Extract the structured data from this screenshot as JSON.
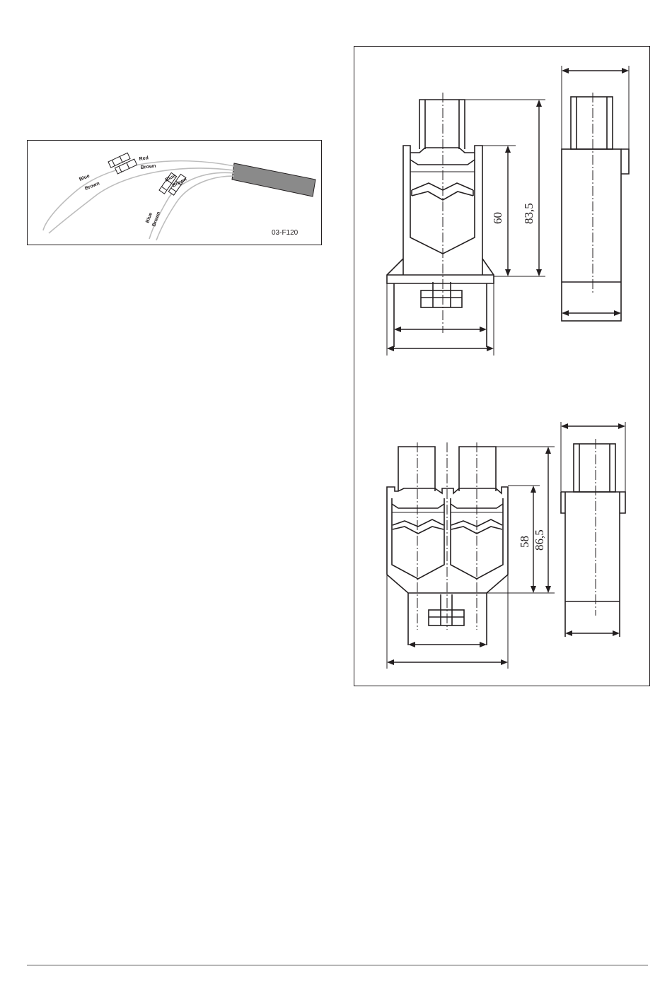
{
  "cable_figure": {
    "ref": "03-F120",
    "labels": {
      "red": "Red",
      "brown_top": "Brown",
      "blue_left": "Blue",
      "brown_left": "Brown",
      "blue_mid": "Blue",
      "brown_mid": "Brown",
      "blue_low": "Blue",
      "brown_low": "Brown"
    }
  },
  "drawing": {
    "single": {
      "inner_height": "60",
      "overall_height": "83,5"
    },
    "double": {
      "inner_height": "58",
      "overall_height": "86,5"
    }
  }
}
